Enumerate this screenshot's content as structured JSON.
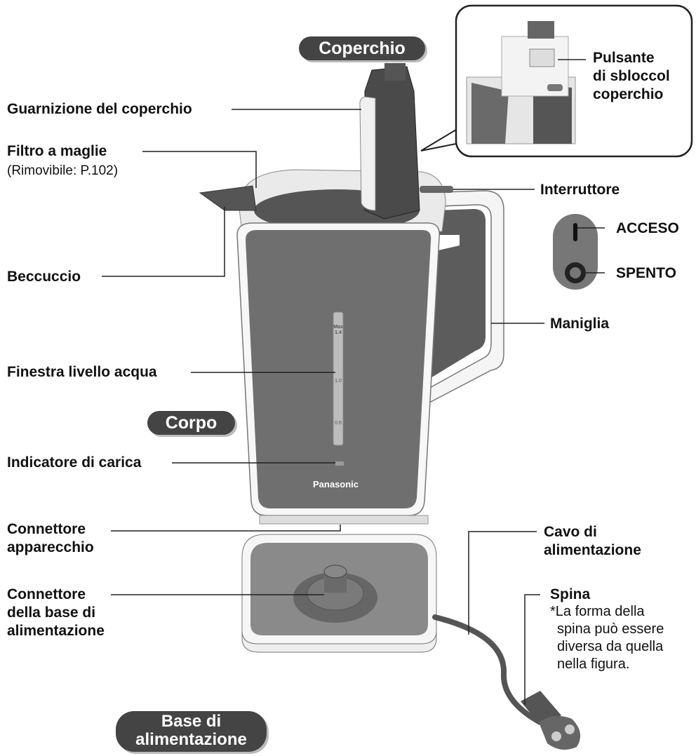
{
  "sections": {
    "lid": "Coperchio",
    "body": "Corpo",
    "base": [
      "Base di",
      "alimentazione"
    ]
  },
  "labels": {
    "lid_gasket": "Guarnizione del coperchio",
    "mesh_filter": "Filtro a maglie",
    "mesh_filter_note": "(Rimovibile: P.102)",
    "spout": "Beccuccio",
    "water_window": "Finestra livello acqua",
    "charge_indicator": "Indicatore di carica",
    "appliance_connector": [
      "Connettore",
      "apparecchio"
    ],
    "base_connector": [
      "Connettore",
      "della base di",
      "alimentazione"
    ],
    "lid_release": [
      "Pulsante",
      "di sbloccol",
      "coperchio"
    ],
    "switch": "Interruttore",
    "on": "ACCESO",
    "off": "SPENTO",
    "handle": "Maniglia",
    "power_cord": [
      "Cavo di",
      "alimentazione"
    ],
    "plug": "Spina",
    "plug_note": [
      "*La forma della",
      "spina può essere",
      "diversa da quella",
      "nella figura."
    ]
  },
  "kettle": {
    "brand": "Panasonic",
    "gauge_max": "Max",
    "gauge_top": "1.4",
    "gauge_mid": "1.0",
    "gauge_low": "0.6"
  }
}
